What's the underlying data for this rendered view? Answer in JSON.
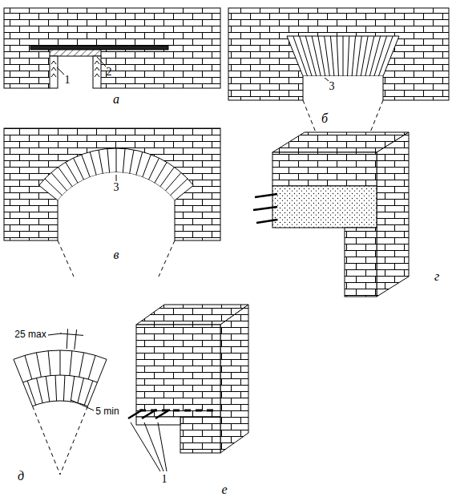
{
  "diagram": {
    "labels": [
      "1",
      "2",
      "а",
      "3",
      "б",
      "3",
      "в",
      "г",
      "25 max",
      "5 min",
      "д",
      "1",
      "е"
    ]
  }
}
